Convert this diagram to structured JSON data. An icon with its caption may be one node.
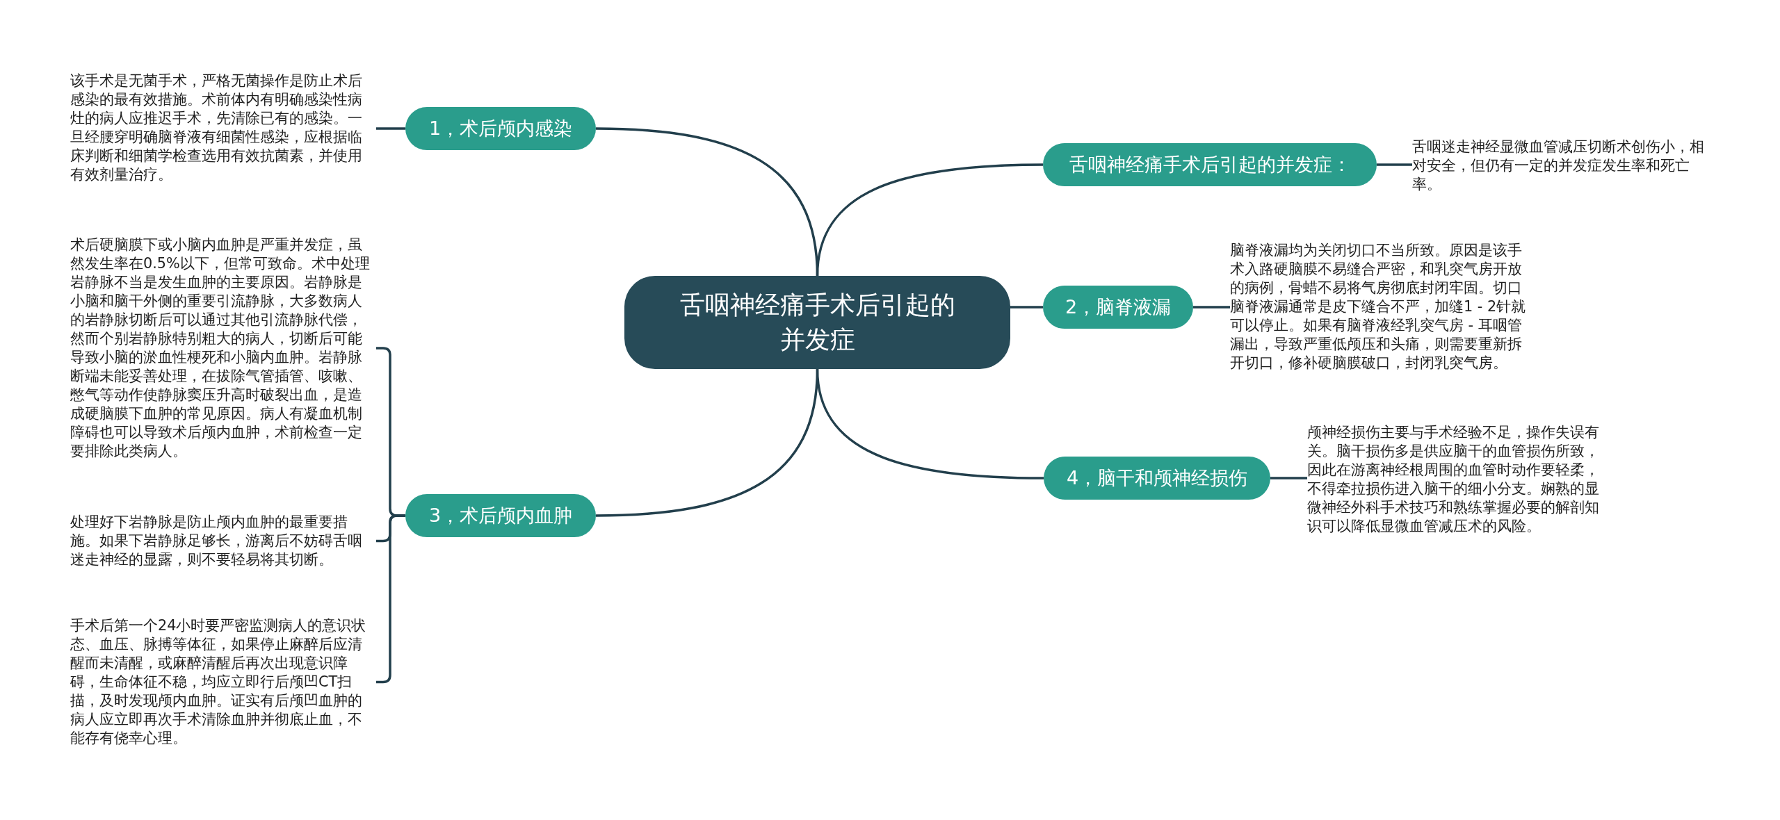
{
  "diagram": {
    "nodes": [
      {
        "text": [
          "舌咽神经痛手术后引起的并发症"
        ]
      },
      {
        "text": [
          "舌咽神经痛手术后引起的并发症："
        ]
      },
      {
        "text": [
          "舌咽迷走神经显微血管减压切断术创伤小，相对安全，但仍有一定的并发症发生率和死亡率。"
        ]
      },
      {
        "text": [
          "2，脑脊液漏"
        ]
      },
      {
        "text": [
          "脑脊液漏均为关闭切口不当所致。原因是该手术入路硬脑膜不易缝合严密，和乳突气房开放的病例，骨蜡不易将气房彻底封闭牢固。切口脑脊液漏通常是皮下缝合不严，加缝1 - 2针就可以停止。如果有脑脊液经乳突气房 - 耳咽管漏出，导致严重低颅压和头痛，则需要重新拆开切口，修补硬脑膜破口，封闭乳突气房。"
        ]
      },
      {
        "text": [
          "4，脑干和颅神经损伤"
        ]
      },
      {
        "text": [
          "颅神经损伤主要与手术经验不足，操作失误有关。脑干损伤多是供应脑干的血管损伤所致，因此在游离神经根周围的血管时动作要轻柔，不得牵拉损伤进入脑干的细小分支。娴熟的显微神经外科手术技巧和熟练掌握必要的解剖知识可以降低显微血管减压术的风险。"
        ]
      },
      {
        "text": [
          "1，术后颅内感染"
        ]
      },
      {
        "text": [
          "该手术是无菌手术，严格无菌操作是防止术后感染的最有效措施。术前体内有明确感染性病灶的病人应推迟手术，先清除已有的感染。一旦经腰穿明确脑脊液有细菌性感染，应根据临床判断和细菌学检查选用有效抗菌素，并使用有效剂量治疗。"
        ]
      },
      {
        "text": [
          "3，术后颅内血肿"
        ]
      },
      {
        "text": [
          "术后硬脑膜下或小脑内血肿是严重并发症，虽然发生率在0.5%以下，但常可致命。术中处理岩静脉不当是发生血肿的主要原因。岩静脉是小脑和脑干外侧的重要引流静脉，大多数病人的岩静脉切断后可以通过其他引流静脉代偿，然而个别岩静脉特别粗大的病人，切断后可能导致小脑的淤血性梗死和小脑内血肿。岩静脉断端未能妥善处理，在拔除气管插管、咳嗽、憋气等动作使静脉窦压升高时破裂出血，是造成硬脑膜下血肿的常见原因。病人有凝血机制障碍也可以导致术后颅内血肿，术前检查一定要排除此类病人。"
        ]
      },
      {
        "text": [
          "处理好下岩静脉是防止颅内血肿的最重要措施。如果下岩静脉足够长，游离后不妨碍舌咽迷走神经的显露，则不要轻易将其切断。"
        ]
      },
      {
        "text": [
          "手术后第一个24小时要严密监测病人的意识状态、血压、脉搏等体征，如果停止麻醉后应清醒而未清醒，或麻醉清醒后再次出现意识障碍，生命体征不稳，均应立即行后颅凹CT扫描，及时发现颅内血肿。证实有后颅凹血肿的病人应立即再次手术清除血肿并彻底止血，不能存有侥幸心理。"
        ]
      }
    ],
    "edges": [
      {
        "from": 0,
        "to": 1,
        "arrow": "none"
      },
      {
        "from": 1,
        "to": 2,
        "arrow": "none"
      },
      {
        "from": 0,
        "to": 3,
        "arrow": "none"
      },
      {
        "from": 3,
        "to": 4,
        "arrow": "none"
      },
      {
        "from": 0,
        "to": 5,
        "arrow": "none"
      },
      {
        "from": 5,
        "to": 6,
        "arrow": "none"
      },
      {
        "from": 0,
        "to": 7,
        "arrow": "none"
      },
      {
        "from": 7,
        "to": 8,
        "arrow": "none"
      },
      {
        "from": 0,
        "to": 9,
        "arrow": "none"
      },
      {
        "from": 9,
        "to": 10,
        "arrow": "none"
      },
      {
        "from": 9,
        "to": 11,
        "arrow": "none"
      },
      {
        "from": 9,
        "to": 12,
        "arrow": "none"
      }
    ]
  }
}
